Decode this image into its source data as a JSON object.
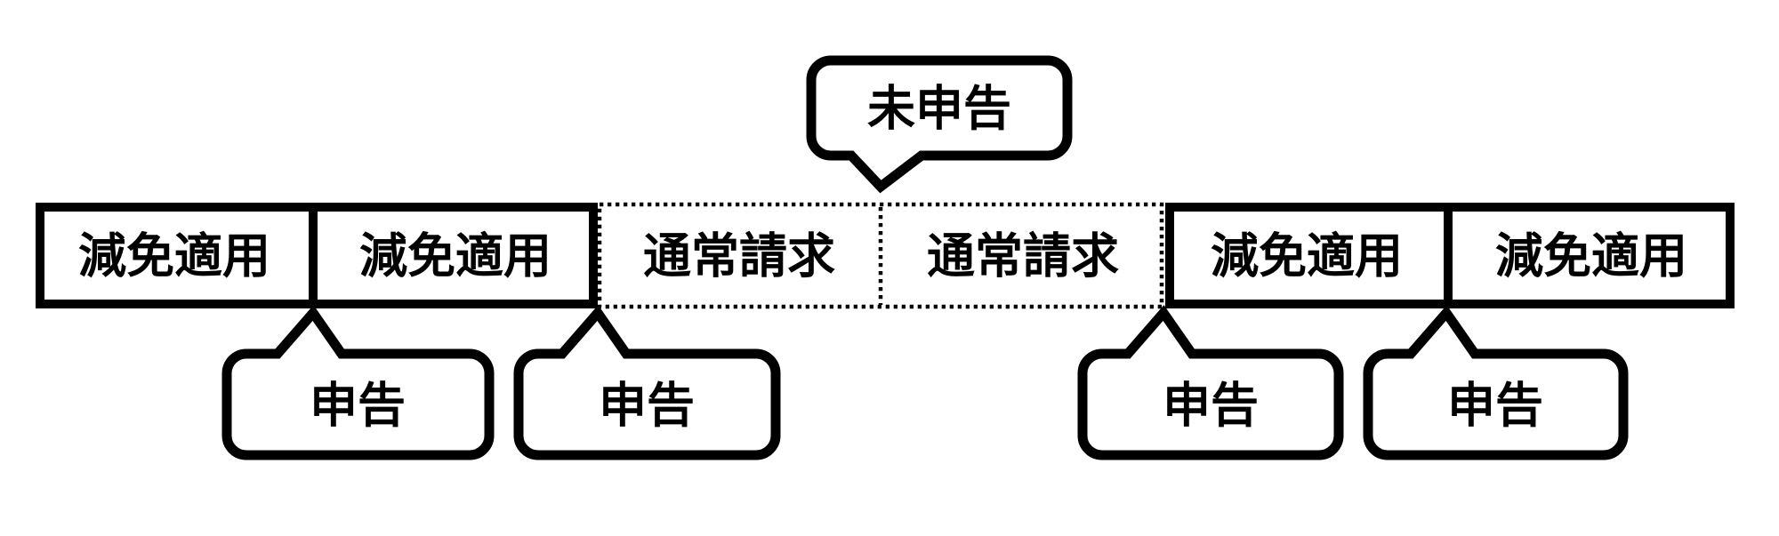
{
  "figure": {
    "colors": {
      "line": "#000000",
      "background": "#ffffff"
    },
    "period_row": {
      "cells": [
        {
          "label": "減免適用",
          "border": "solid"
        },
        {
          "label": "減免適用",
          "border": "solid"
        },
        {
          "label": "通常請求",
          "border": "dotted"
        },
        {
          "label": "通常請求",
          "border": "dotted"
        },
        {
          "label": "減免適用",
          "border": "solid"
        },
        {
          "label": "減免適用",
          "border": "solid"
        }
      ]
    },
    "top_callout": {
      "label": "未申告",
      "points_to": "boundary between cells 3 and 4"
    },
    "bottom_callouts": [
      {
        "label": "申告",
        "points_to": "boundary between cells 1 and 2"
      },
      {
        "label": "申告",
        "points_to": "boundary between cells 2 and 3"
      },
      {
        "label": "申告",
        "points_to": "boundary between cells 4 and 5"
      },
      {
        "label": "申告",
        "points_to": "boundary between cells 5 and 6"
      }
    ]
  }
}
